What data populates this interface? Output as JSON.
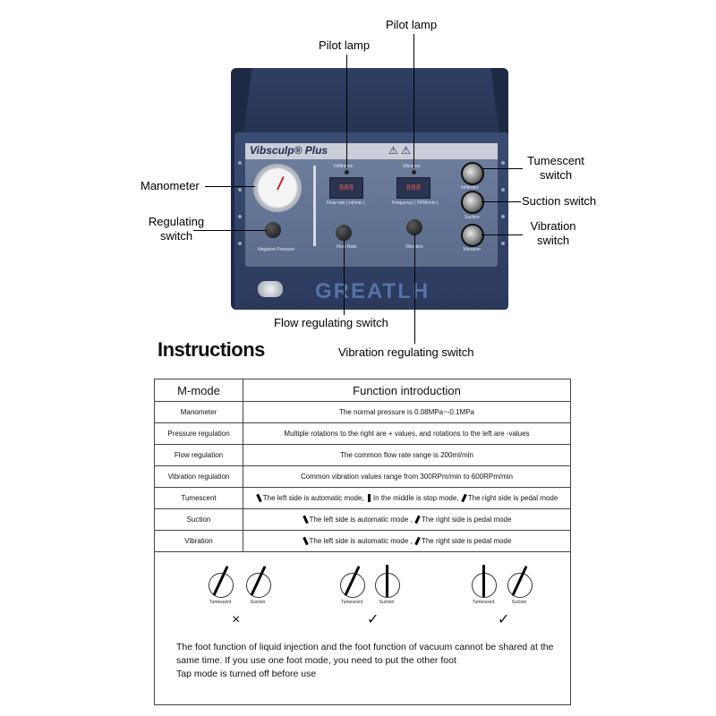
{
  "callouts": {
    "pilot_lamp_1": "Pilot lamp",
    "pilot_lamp_2": "Pilot lamp",
    "manometer": "Manometer",
    "regulating_switch": "Regulating switch",
    "tumescent_switch": "Tumescent switch",
    "suction_switch": "Suction switch",
    "vibration_switch": "Vibration switch",
    "flow_regulating_switch": "Flow regulating switch",
    "vibration_regulating_switch": "Vibration regulating switch"
  },
  "device": {
    "brand": "Vibsculp® Plus",
    "infiltration_label": "Infiltration",
    "vibration_label": "Vibration",
    "flow_rate_unit": "Flow rate ( ml/min )",
    "frequency_unit": "Frequency ( RPM/min )",
    "flow_rate_knob": "Flow Rate",
    "vibration_knob": "Vibration",
    "negative_pressure": "Negative Pressure",
    "infiltrator_label": "Infiltrator",
    "suction_label": "Suction",
    "vibration_switch_label": "Vibration",
    "watermark": "GREATLH"
  },
  "instructions": {
    "heading": "Instructions",
    "col_mode": "M-mode",
    "col_function": "Function introduction",
    "rows": [
      {
        "mode": "Manometer",
        "function": "The normal pressure is 0.08MPa~-0.1MPa"
      },
      {
        "mode": "Pressure regulation",
        "function": "Multiple rotations to the right are + values, and rotations to the left are -values"
      },
      {
        "mode": "Flow regulation",
        "function": "The common flow rate range is 200ml/min"
      },
      {
        "mode": "Vibration regulation",
        "function": "Common vibration values range from 300RPm/min to 600RPm/min"
      }
    ],
    "tumescent": {
      "mode": "Tumescent",
      "left": "The left side is automatic mode,",
      "middle": "In the middle is stop mode,",
      "right": "The right side is pedal mode"
    },
    "suction": {
      "mode": "Suction",
      "left": "The left side is automatic mode ,",
      "right": "The right side is pedal mode"
    },
    "vibration": {
      "mode": "Vibration",
      "left": "The left side is automatic mode ,",
      "right": "The right side is pedal mode"
    },
    "diagram": {
      "tumescent_label": "Tumescent",
      "suction_label": "Suction",
      "mark_wrong": "×",
      "mark_right": "✓"
    },
    "note": [
      "The foot function of liquid injection and the foot function of vacuum cannot be shared at the",
      "same time. If you use one foot mode, you need to put the other foot",
      "Tap mode is turned off before use"
    ]
  }
}
